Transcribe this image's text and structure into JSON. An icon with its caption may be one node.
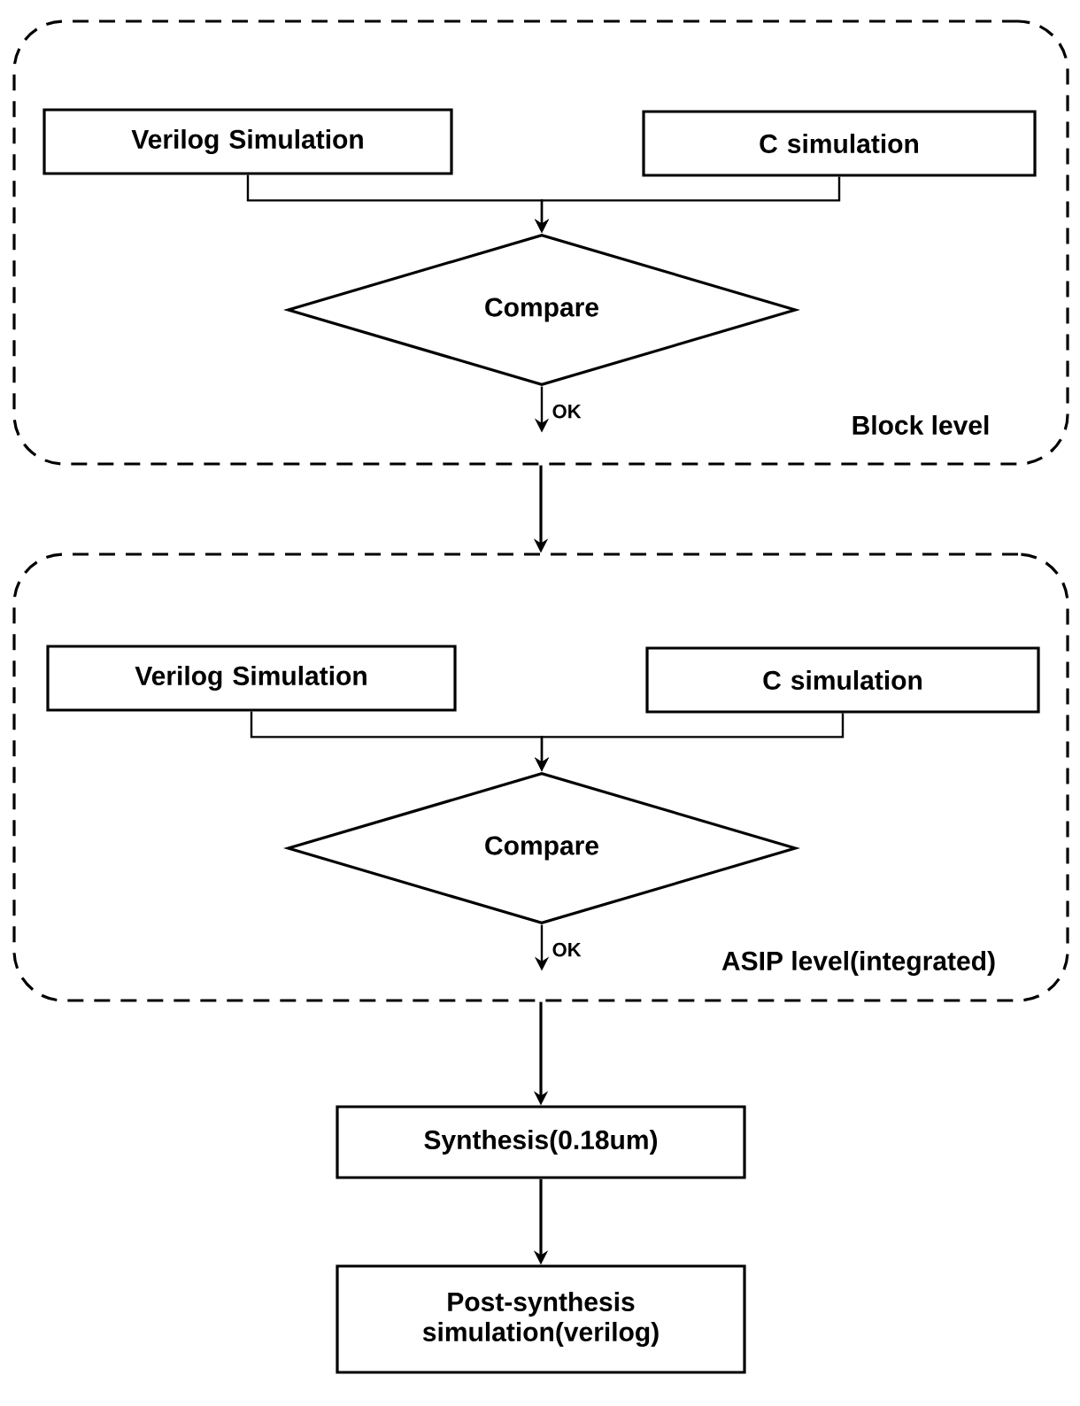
{
  "diagram": {
    "nodes": [
      {
        "text": [
          "Block level"
        ]
      },
      {
        "text": [
          "Verilog Simulation"
        ],
        "in": 0
      },
      {
        "text": [
          "C simulation"
        ],
        "in": 0
      },
      {
        "text": [
          "Compare"
        ],
        "in": 0
      },
      {
        "text": [
          "ASIP level(integrated)"
        ]
      },
      {
        "text": [
          "Verilog Simulation"
        ],
        "in": 4
      },
      {
        "text": [
          "C simulation"
        ],
        "in": 4
      },
      {
        "text": [
          "Compare"
        ],
        "in": 4
      },
      {
        "text": [
          "Synthesis(0.18um)"
        ]
      },
      {
        "text": [
          "Post-synthesis simulation(verilog)"
        ]
      }
    ],
    "edges": [
      {
        "from": 1,
        "to": 3,
        "arrow": "to"
      },
      {
        "from": 2,
        "to": 3,
        "arrow": "to"
      },
      {
        "from": 3,
        "to": null,
        "arrow": "to",
        "label": "OK"
      },
      {
        "from": 0,
        "to": 4,
        "arrow": "to"
      },
      {
        "from": 5,
        "to": 7,
        "arrow": "to"
      },
      {
        "from": 6,
        "to": 7,
        "arrow": "to"
      },
      {
        "from": 7,
        "to": null,
        "arrow": "to",
        "label": "OK"
      },
      {
        "from": 4,
        "to": 8,
        "arrow": "to"
      },
      {
        "from": 8,
        "to": 9,
        "arrow": "to"
      }
    ]
  }
}
